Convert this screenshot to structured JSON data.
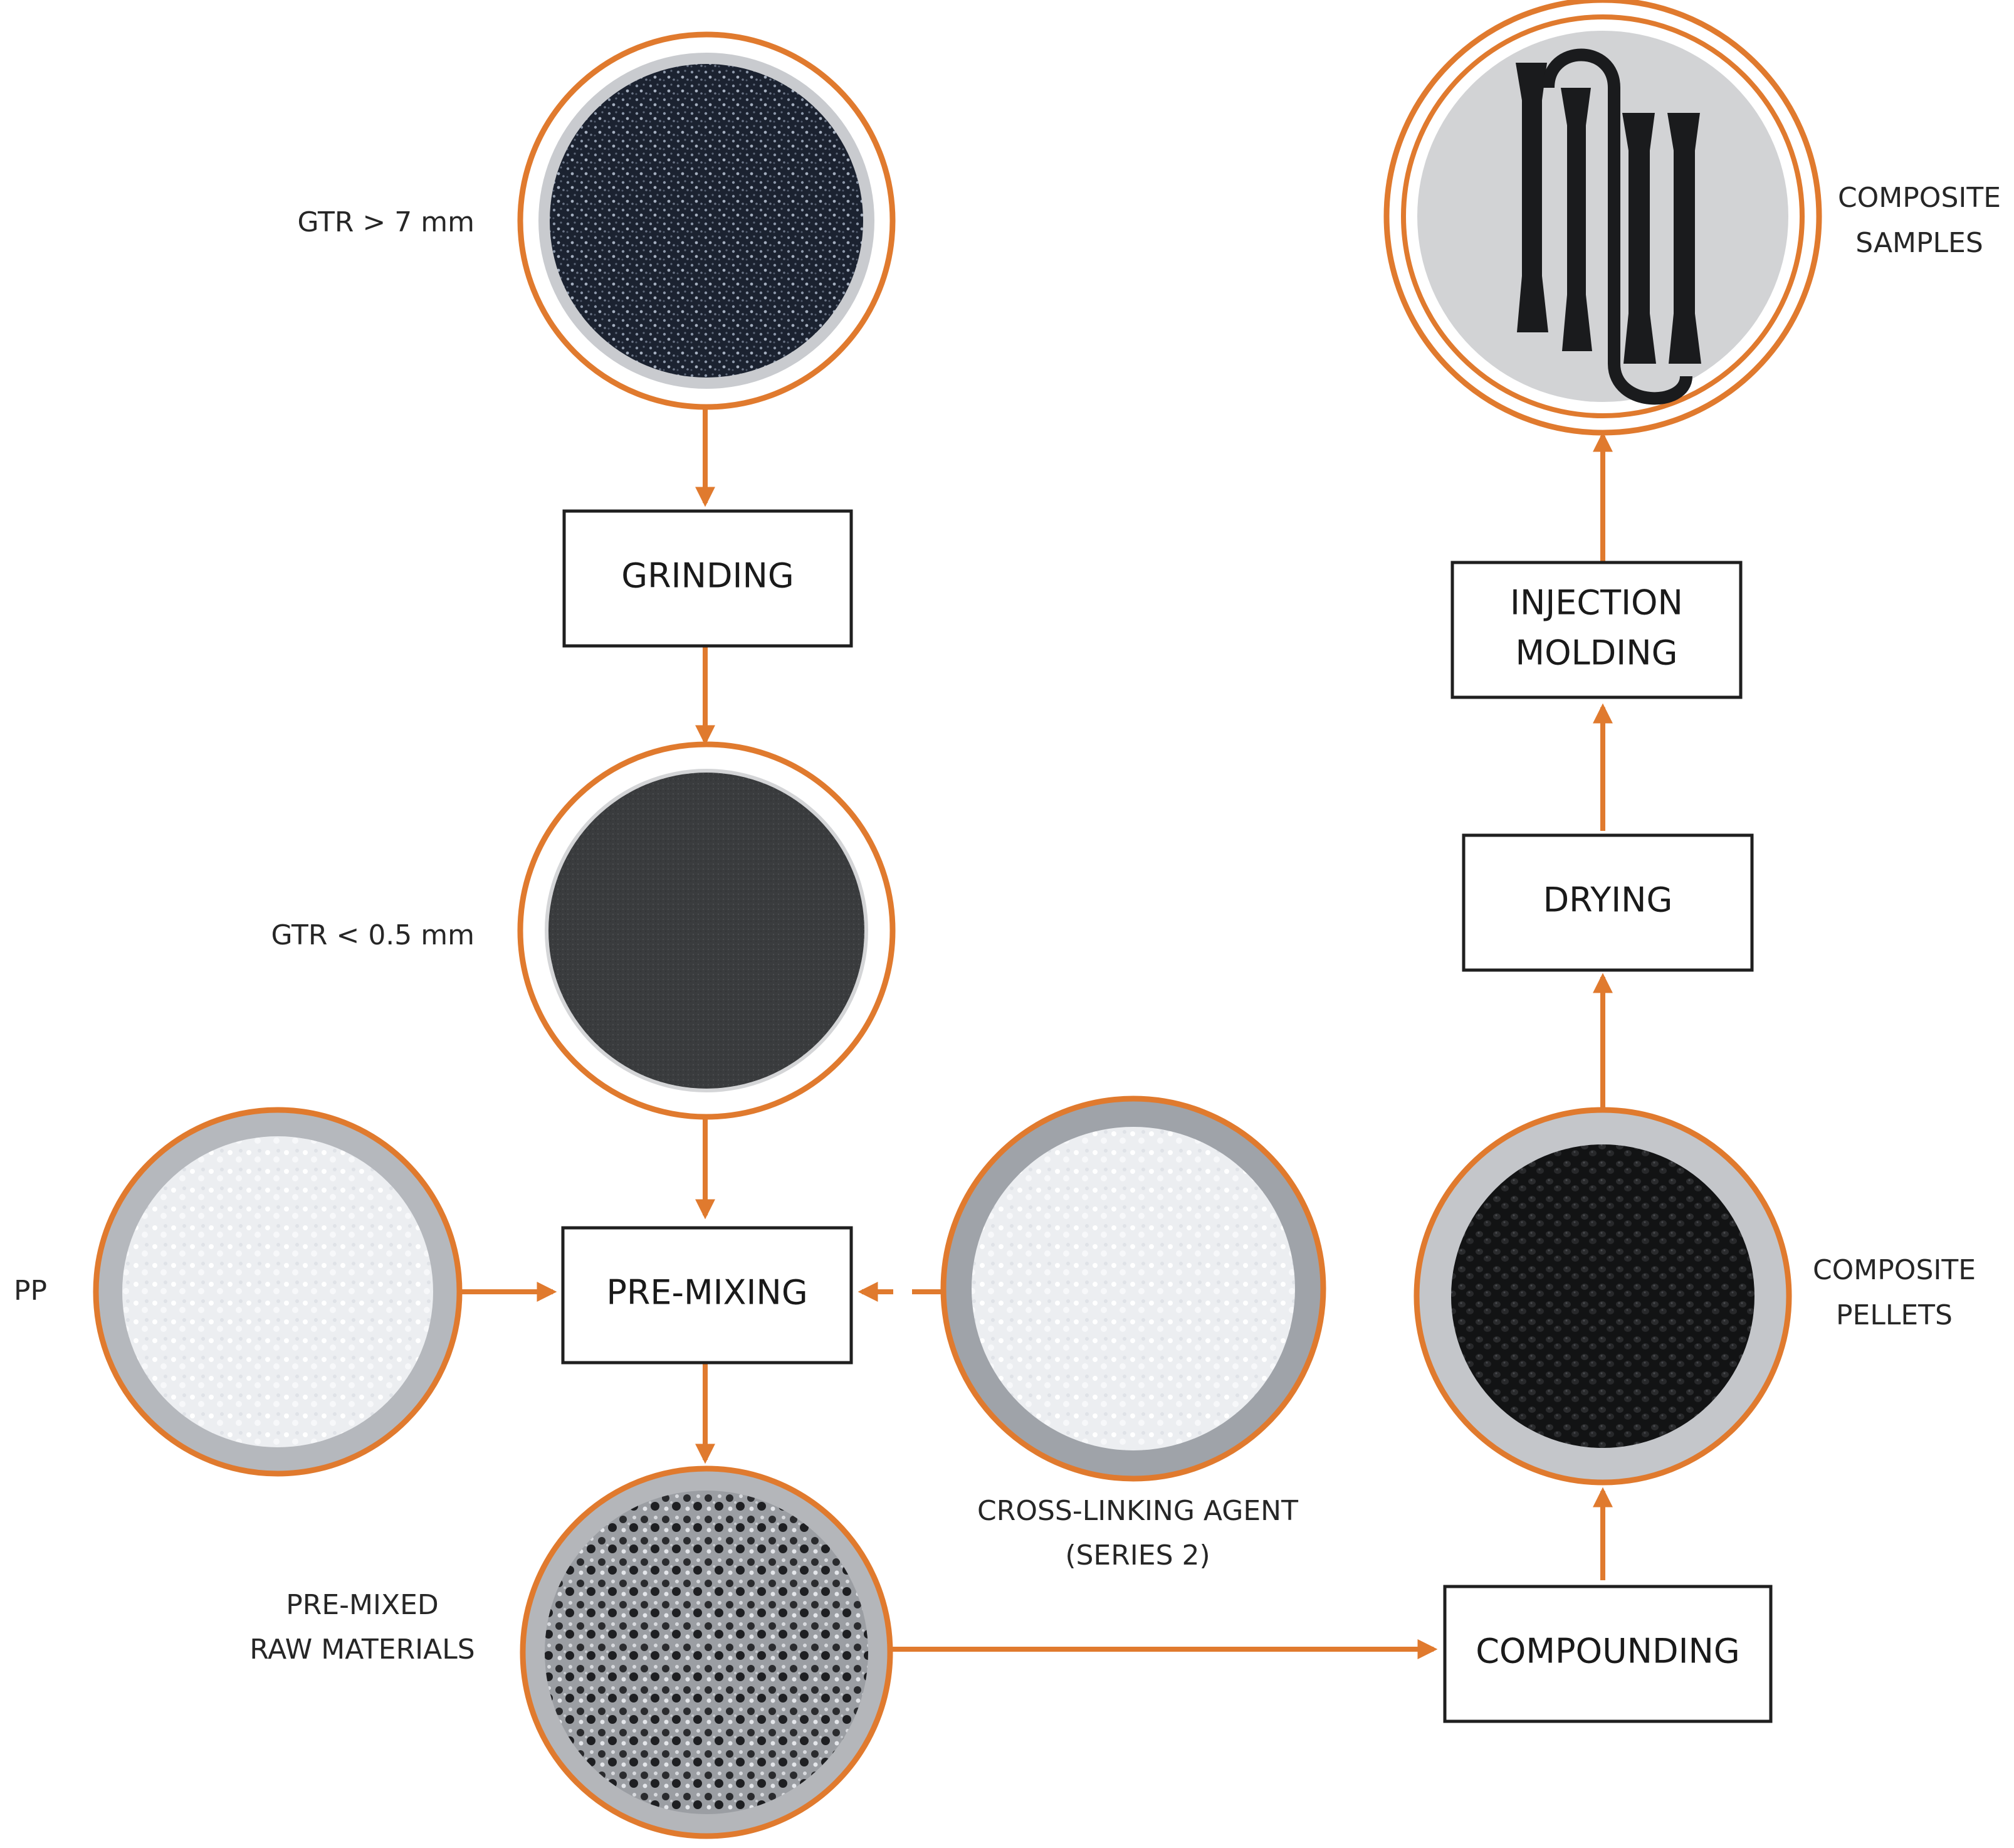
{
  "colors": {
    "accent": "#e07a2e",
    "box_border": "#1f1f1f",
    "text": "#262626",
    "background": "#ffffff"
  },
  "materials": {
    "gtr_coarse": {
      "label": "GTR > 7 mm"
    },
    "gtr_fine": {
      "label": "GTR < 0.5 mm"
    },
    "pp": {
      "label": "PP"
    },
    "cross_linking_agent": {
      "line1": "CROSS-LINKING AGENT",
      "line2": "(SERIES 2)"
    },
    "pre_mixed": {
      "line1": "PRE-MIXED",
      "line2": "RAW MATERIALS"
    },
    "composite_pellets": {
      "line1": "COMPOSITE",
      "line2": "PELLETS"
    },
    "composite_samples": {
      "line1": "COMPOSITE",
      "line2": "SAMPLES"
    }
  },
  "steps": {
    "grinding": {
      "label": "GRINDING"
    },
    "pre_mixing": {
      "label": "PRE-MIXING"
    },
    "compounding": {
      "label": "COMPOUNDING"
    },
    "drying": {
      "label": "DRYING"
    },
    "injection_molding": {
      "line1": "INJECTION",
      "line2": "MOLDING"
    }
  }
}
